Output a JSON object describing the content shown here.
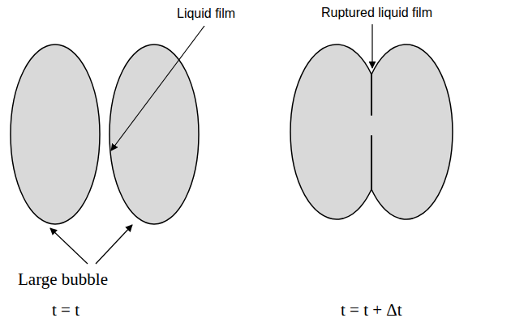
{
  "diagram": {
    "labels": [
      "Liquid film",
      "Ruptured liquid film",
      "Large bubble",
      "t = t",
      "t = t + Δt"
    ]
  }
}
